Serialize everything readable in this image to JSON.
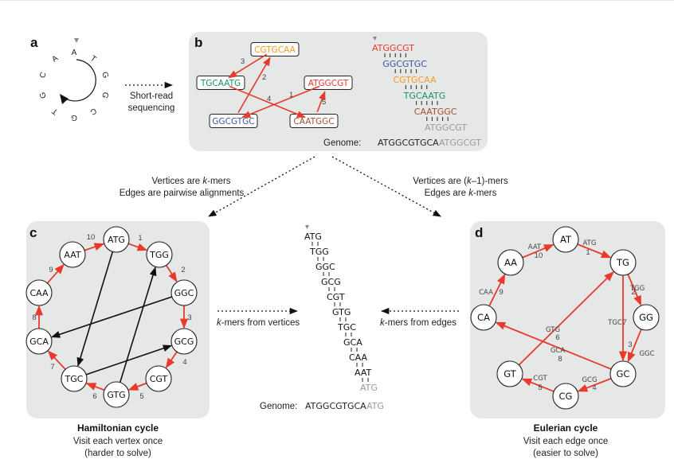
{
  "colors": {
    "panel_bg": "#e6e7e7",
    "red": "#e8392b",
    "blue": "#3f53a0",
    "orange": "#f39a1f",
    "green": "#16955a",
    "brown": "#a0522d",
    "gray": "#9a9a9a",
    "black": "#111111"
  },
  "panel_a": {
    "label": "a",
    "ring_letters": [
      "A",
      "T",
      "G",
      "G",
      "C",
      "G",
      "T",
      "G",
      "C",
      "A"
    ],
    "arrow_caption_line1": "Short-read",
    "arrow_caption_line2": "sequencing"
  },
  "panel_b": {
    "label": "b",
    "reads": [
      {
        "seq": "CGTGCAA",
        "color": "orange"
      },
      {
        "seq": "TGCAATG",
        "color": "green"
      },
      {
        "seq": "ATGGCGT",
        "color": "red"
      },
      {
        "seq": "GGCGTGC",
        "color": "blue"
      },
      {
        "seq": "CAATGGC",
        "color": "brown"
      }
    ],
    "edge_labels": [
      "1",
      "2",
      "3",
      "4",
      "5"
    ],
    "alignment": [
      {
        "seq": "ATGGCGT",
        "color": "red"
      },
      {
        "seq": "GGCGTGC",
        "color": "blue"
      },
      {
        "seq": "CGTGCAA",
        "color": "orange"
      },
      {
        "seq": "TGCAATG",
        "color": "green"
      },
      {
        "seq": "CAATGGC",
        "color": "brown"
      },
      {
        "seq": "ATGGCGT",
        "color": "gray"
      }
    ],
    "genome_label": "Genome:",
    "genome_main": "ATGGCGTGCA",
    "genome_tail": "ATGGCGT"
  },
  "connectors": {
    "left_line1_pre": "Vertices are ",
    "left_line1_k": "k",
    "left_line1_post": "-mers",
    "left_line2": "Edges are pairwise alignments",
    "right_line1_pre": "Vertices are (",
    "right_line1_k": "k",
    "right_line1_post": "–1)-mers",
    "right_line2_pre": "Edges are ",
    "right_line2_k": "k",
    "right_line2_post": "-mers"
  },
  "panel_c": {
    "label": "c",
    "nodes": [
      "ATG",
      "TGG",
      "GGC",
      "GCG",
      "CGT",
      "GTG",
      "TGC",
      "GCA",
      "CAA",
      "AAT"
    ],
    "cycle_edge_labels": [
      "1",
      "2",
      "3",
      "4",
      "5",
      "6",
      "7",
      "8",
      "9",
      "10"
    ],
    "title": "Hamiltonian cycle",
    "subtitle": "Visit each vertex once",
    "note": "(harder to solve)"
  },
  "panel_center": {
    "kmers": [
      "ATG",
      "TGG",
      "GGC",
      "GCG",
      "CGT",
      "GTG",
      "TGC",
      "GCA",
      "CAA",
      "AAT",
      "ATG"
    ],
    "left_arrow_k": "k",
    "left_arrow_text": "-mers from vertices",
    "right_arrow_k": "k",
    "right_arrow_text": "-mers from edges",
    "genome_label": "Genome:",
    "genome_main": "ATGGCGTGCA",
    "genome_tail": "ATG"
  },
  "panel_d": {
    "label": "d",
    "nodes": [
      "AT",
      "TG",
      "GG",
      "GC",
      "CG",
      "GT",
      "CA",
      "AA"
    ],
    "edges": [
      {
        "num": "1",
        "kmer": "ATG"
      },
      {
        "num": "2",
        "kmer": "TGG"
      },
      {
        "num": "3",
        "kmer": "GGC"
      },
      {
        "num": "4",
        "kmer": "GCG"
      },
      {
        "num": "5",
        "kmer": "CGT"
      },
      {
        "num": "6",
        "kmer": "GTG"
      },
      {
        "num": "7",
        "kmer": "TGC"
      },
      {
        "num": "8",
        "kmer": "GCA"
      },
      {
        "num": "9",
        "kmer": "CAA"
      },
      {
        "num": "10",
        "kmer": "AAT"
      }
    ],
    "title": "Eulerian cycle",
    "subtitle": "Visit each edge once",
    "note": "(easier to solve)"
  }
}
